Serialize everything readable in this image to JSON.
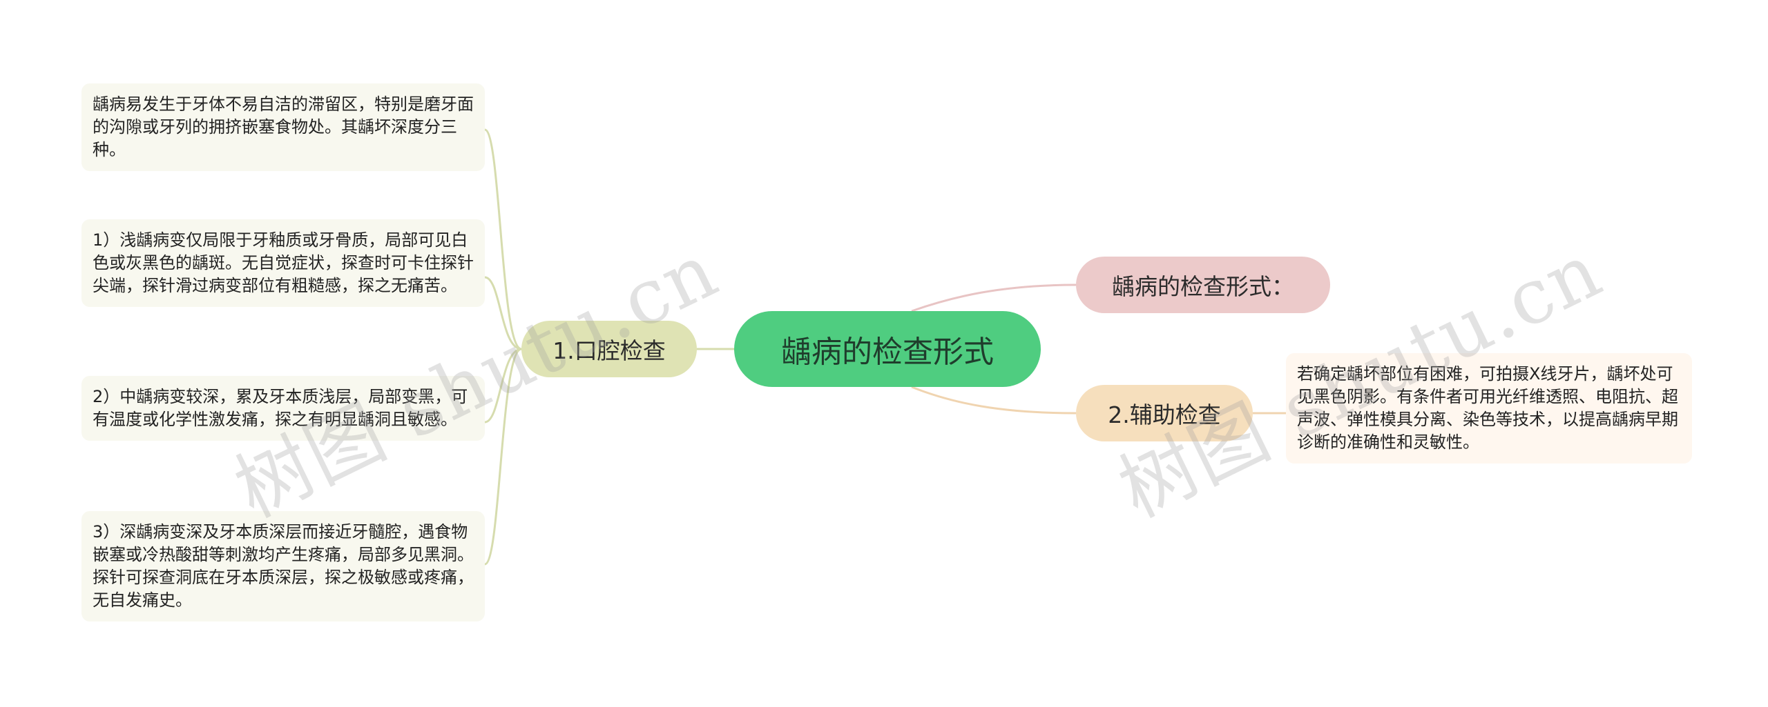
{
  "mindmap": {
    "root": "龋病的检查形式",
    "branches": {
      "oral": {
        "label": "1.口腔检查",
        "notes": [
          "龋病易发生于牙体不易自洁的滞留区，特别是磨牙面的沟隙或牙列的拥挤嵌塞食物处。其龋坏深度分三种。",
          "1）浅龋病变仅局限于牙釉质或牙骨质，局部可见白色或灰黑色的龋斑。无自觉症状，探查时可卡住探针尖端，探针滑过病变部位有粗糙感，探之无痛苦。",
          "2）中龋病变较深，累及牙本质浅层，局部变黑，可有温度或化学性激发痛，探之有明显龋洞且敏感。",
          "3）深龋病变深及牙本质深层而接近牙髓腔，遇食物嵌塞或冷热酸甜等刺激均产生疼痛，局部多见黑洞。探针可探查洞底在牙本质深层，探之极敏感或疼痛，无自发痛史。"
        ]
      },
      "forms": {
        "label": "龋病的检查形式："
      },
      "auxiliary": {
        "label": "2.辅助检查",
        "note": "若确定龋坏部位有困难，可拍摄X线牙片，龋坏处可见黑色阴影。有条件者可用光纤维透照、电阻抗、超声波、弹性模具分离、染色等技术，以提高龋病早期诊断的准确性和灵敏性。"
      }
    },
    "watermarks": [
      "树图 shutu.cn",
      "树图 shutu.cn"
    ]
  },
  "colors": {
    "root_fill": "#4fcd80",
    "oral_fill": "#dfe3b4",
    "forms_fill": "#eccaca",
    "auxiliary_fill": "#f6dfbd",
    "left_note_fill": "#f8f8ef",
    "right_note_fill": "#fff7ef",
    "left_connector": "#d6dcae",
    "forms_connector": "#e8c4c4",
    "auxiliary_connector": "#f0d4b0"
  }
}
